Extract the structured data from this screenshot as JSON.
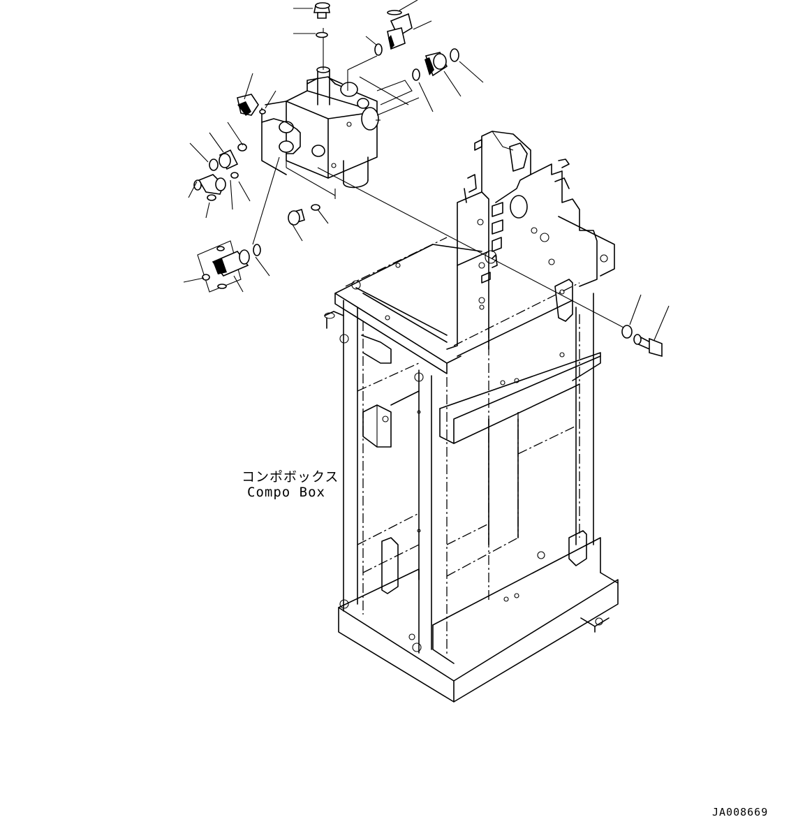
{
  "diagram": {
    "component_label_jp": "コンポボックス",
    "component_label_en": "Compo Box",
    "drawing_number": "JA008669"
  }
}
